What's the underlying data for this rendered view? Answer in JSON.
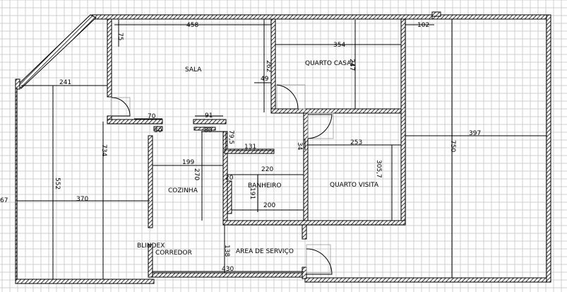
{
  "plan": {
    "rooms": {
      "sala": "SALA",
      "quarto_casal": "QUARTO CASAL",
      "quarto_visita": "QUARTO VISITA",
      "cozinha": "COZINHA",
      "banheiro": "BANHEIRO",
      "area_servico": "AREA DE SERVIÇO",
      "corredor": "CORREDOR",
      "blindex": "BLINDEX"
    },
    "dimensions": {
      "d458": "458",
      "d75": "75",
      "d102": "102",
      "d354": "354",
      "d241": "241",
      "d262": "262",
      "d49": "49",
      "d247": "247",
      "d70": "70",
      "d91": "91",
      "d30": "30",
      "d80": "80",
      "d79_5": "79,5",
      "d131": "131",
      "d397": "397",
      "d253": "253",
      "d34": "34",
      "d734": "734",
      "d199": "199",
      "d220": "220",
      "d305_7": "305,7",
      "d750": "750",
      "d270": "270",
      "d552": "552",
      "d20": "20",
      "d191": "191",
      "d67": "67",
      "d370": "370",
      "d200": "200",
      "d138": "138",
      "d430": "430"
    }
  }
}
